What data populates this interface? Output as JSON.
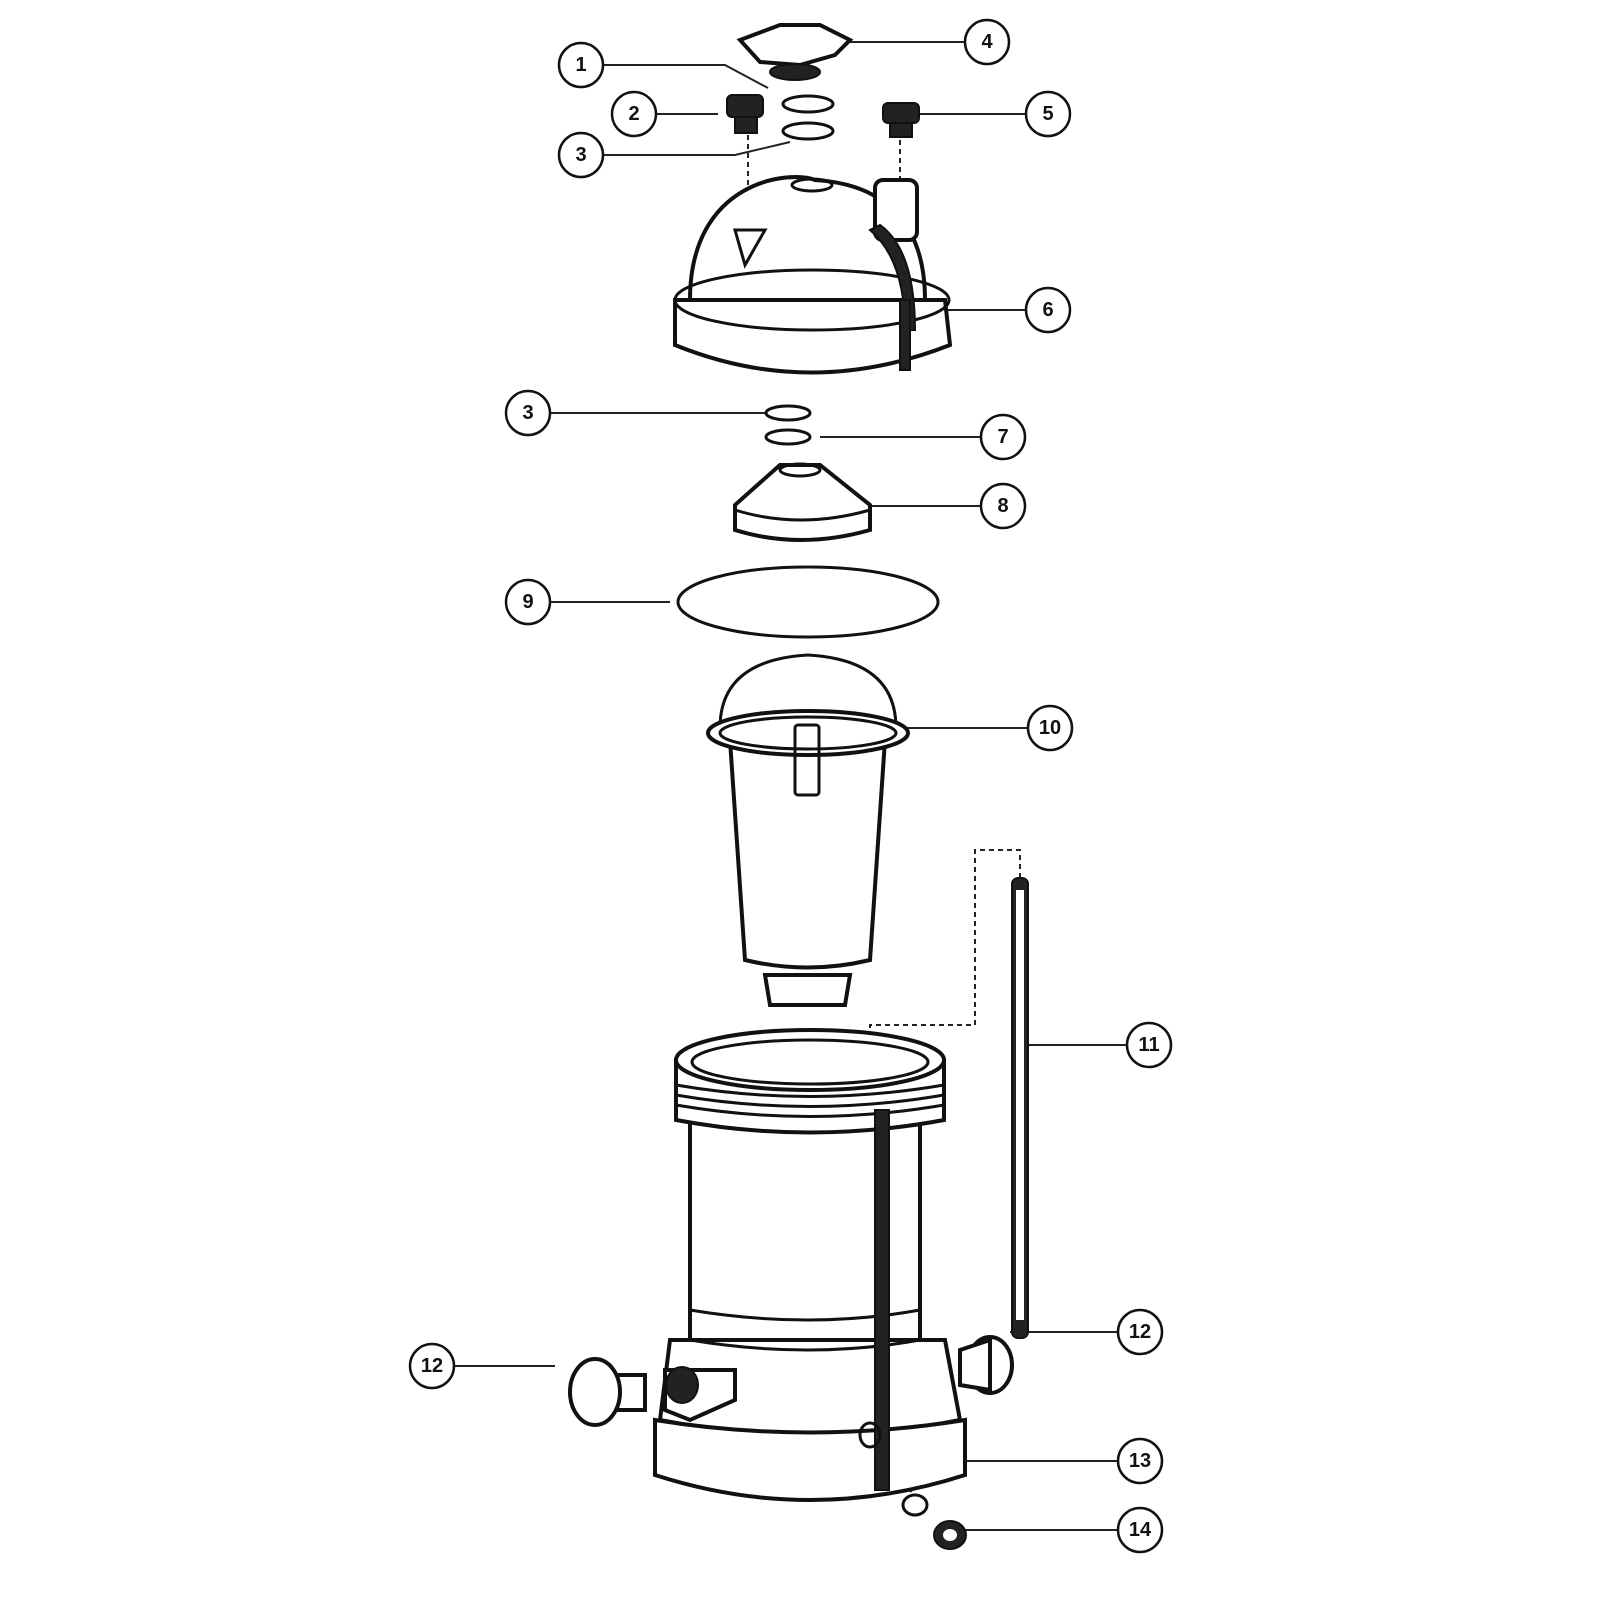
{
  "diagram": {
    "type": "exploded-parts-diagram",
    "callouts": [
      {
        "label": "1"
      },
      {
        "label": "2"
      },
      {
        "label": "3"
      },
      {
        "label": "4"
      },
      {
        "label": "5"
      },
      {
        "label": "6"
      },
      {
        "label": "3"
      },
      {
        "label": "7"
      },
      {
        "label": "8"
      },
      {
        "label": "9"
      },
      {
        "label": "10"
      },
      {
        "label": "11"
      },
      {
        "label": "12"
      },
      {
        "label": "12"
      },
      {
        "label": "13"
      },
      {
        "label": "14"
      }
    ]
  }
}
